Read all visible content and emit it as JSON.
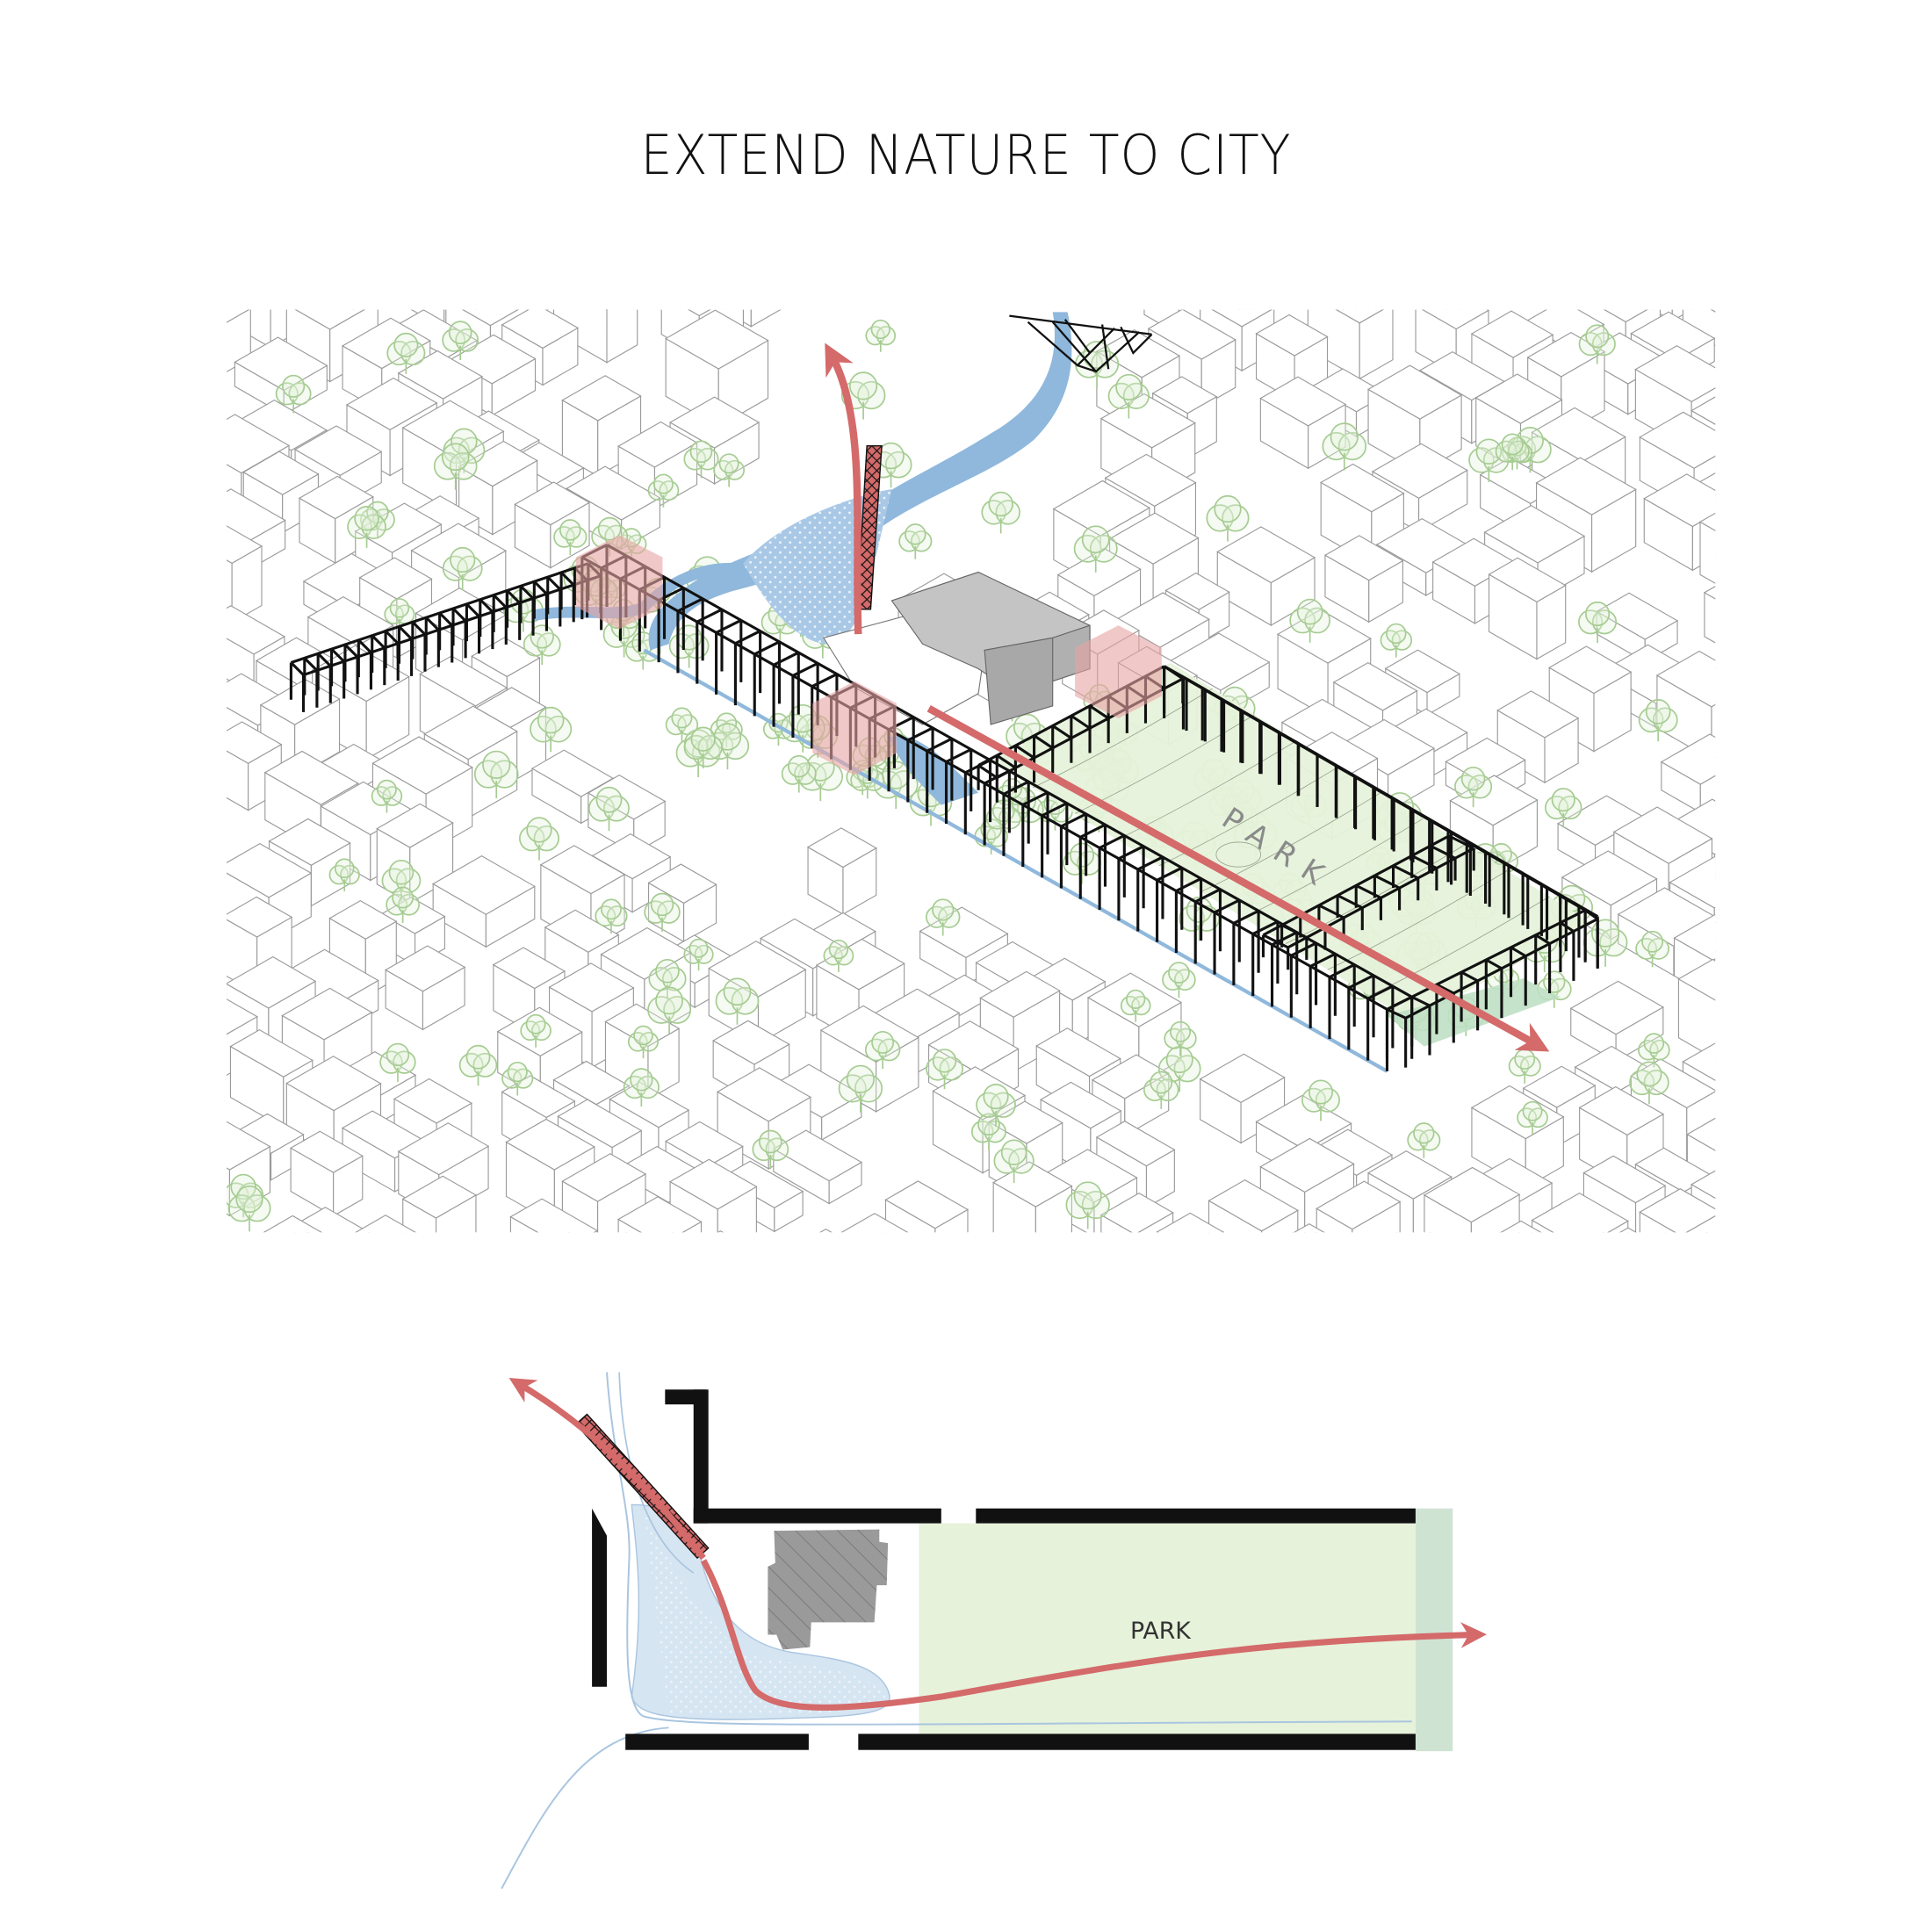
{
  "title": "EXTEND NATURE TO CITY",
  "axonometric": {
    "park_label": "PARK"
  },
  "plan": {
    "park_label": "PARK"
  },
  "colors": {
    "arrow": "#d46a6a",
    "water": "#8fb8dc",
    "park": "#e6f2da",
    "park_edge": "#cfe3d3",
    "node": "#e8a4a4",
    "building_stroke": "#9a9a9a",
    "tree": "#a6cc92",
    "frame": "#111111"
  }
}
